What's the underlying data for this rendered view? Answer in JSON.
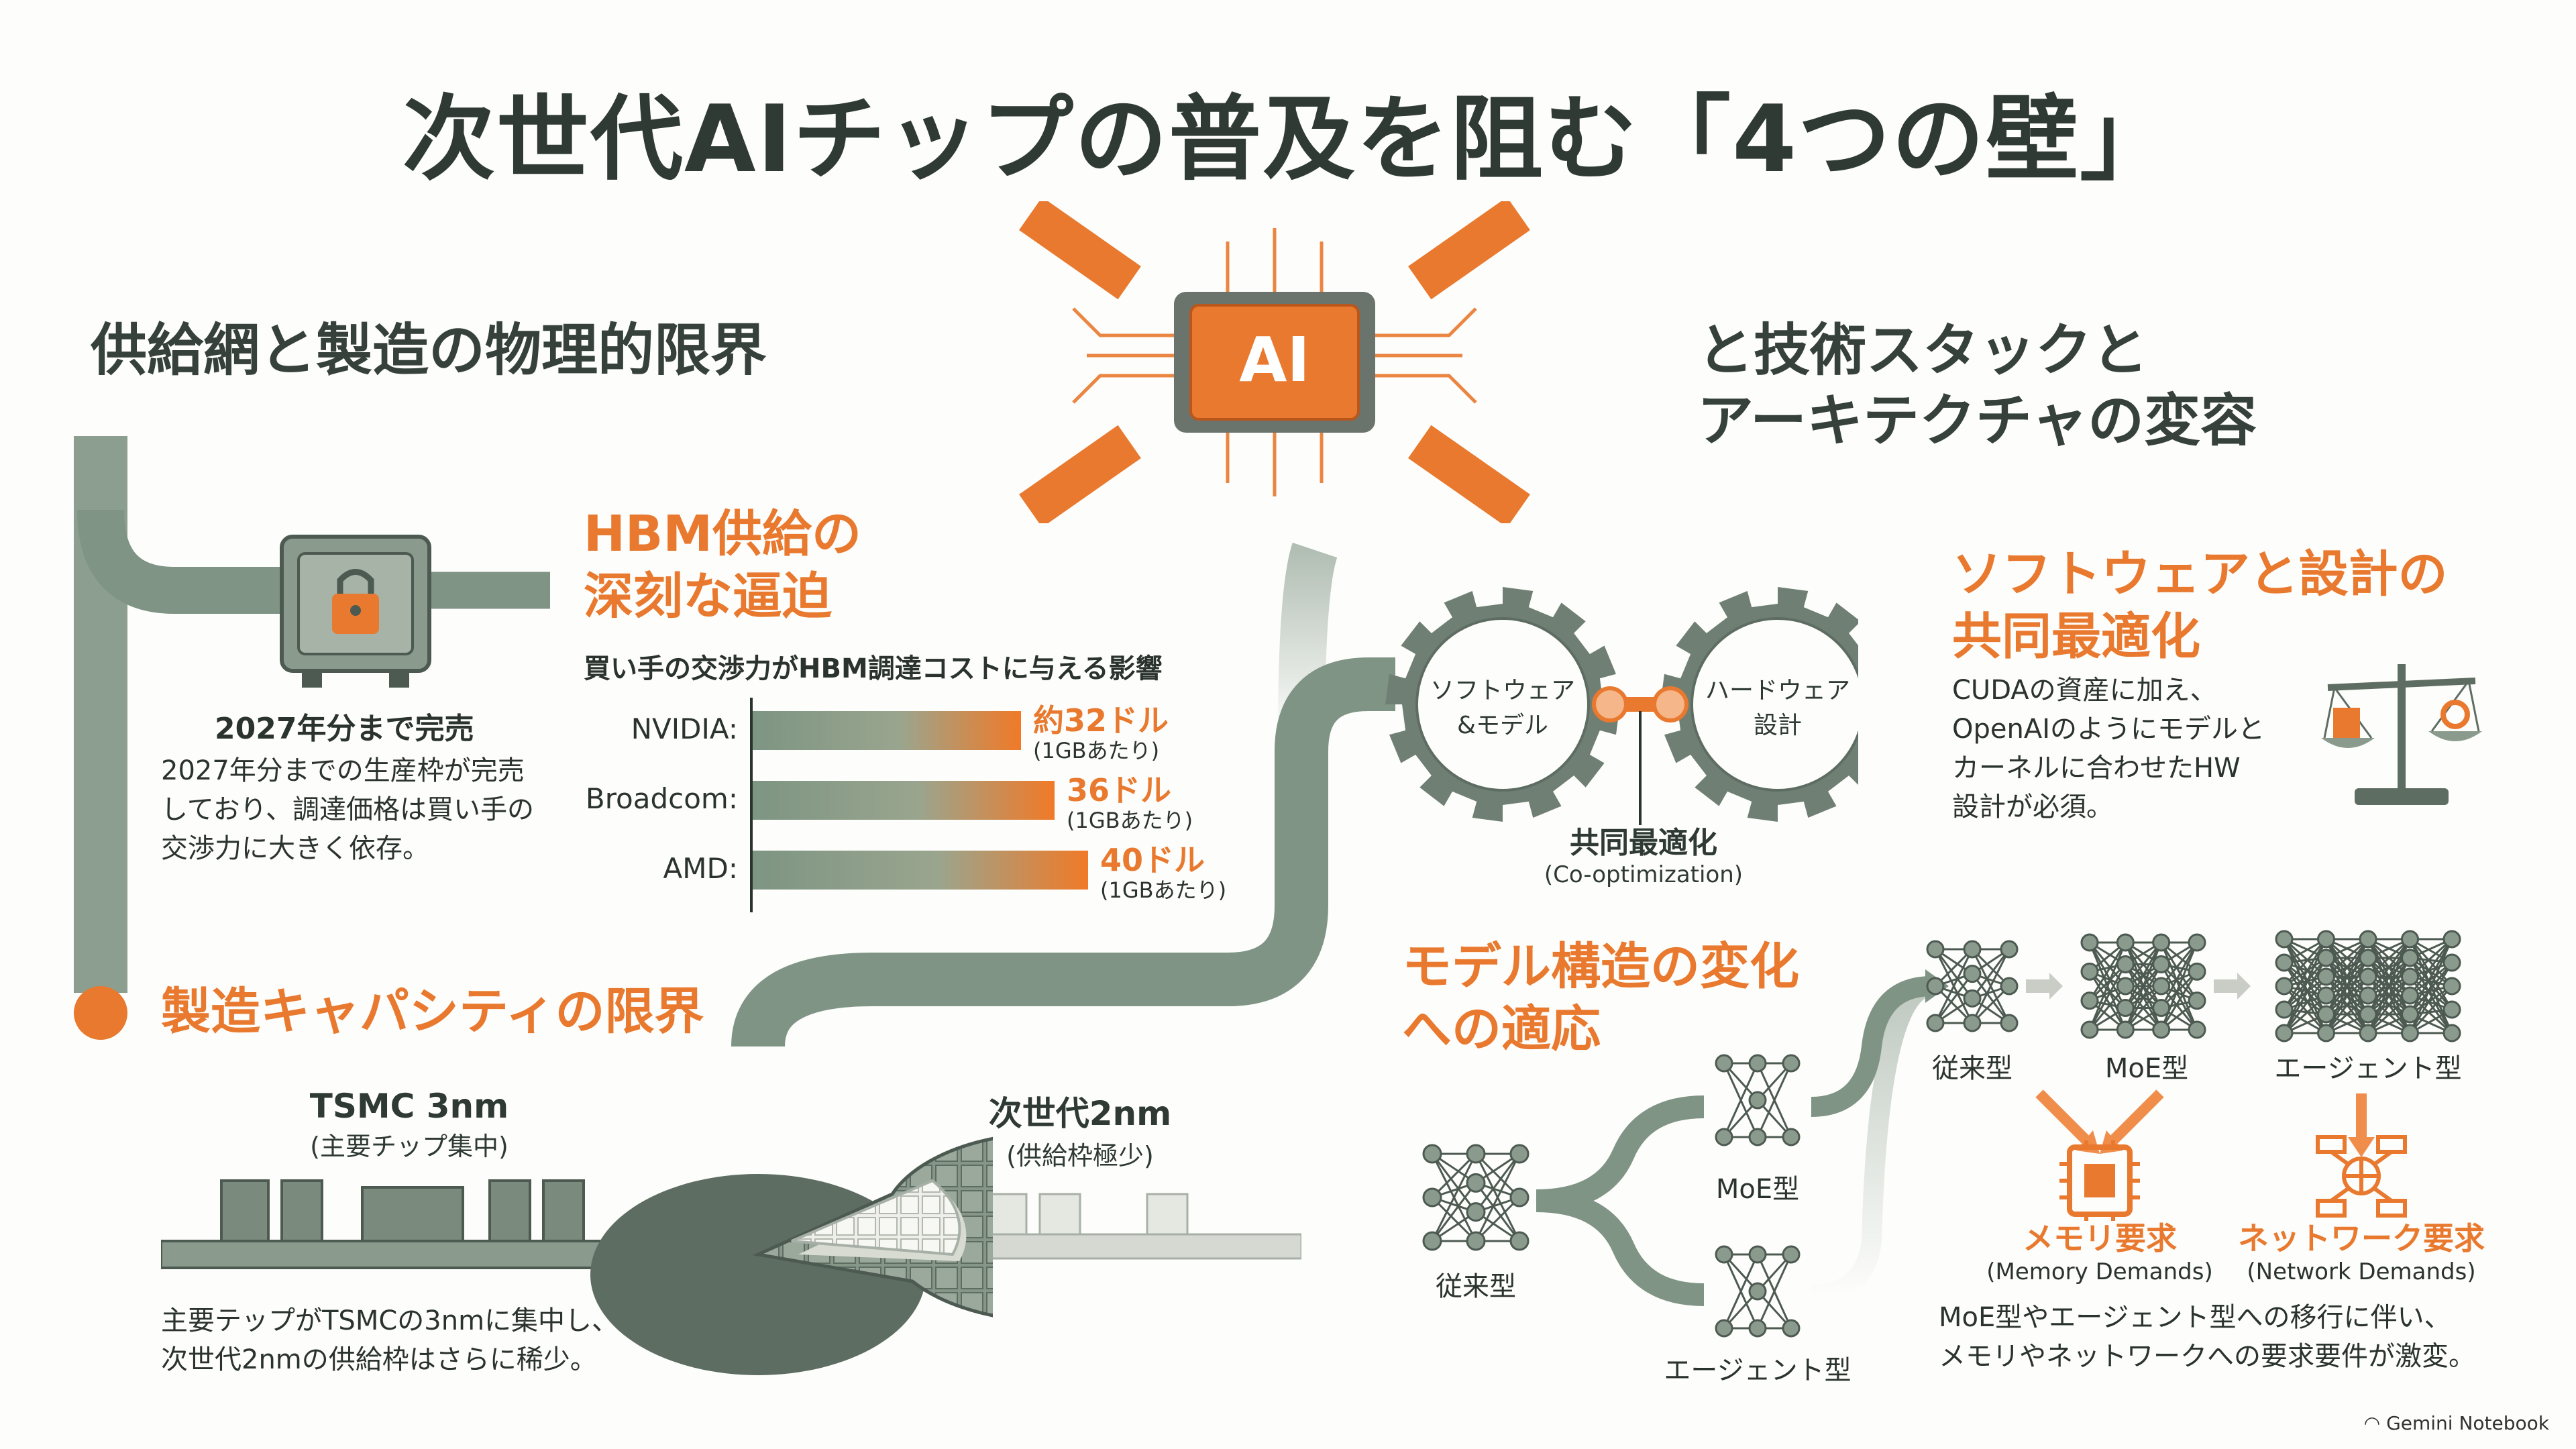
{
  "title": "次世代AIチップの普及を阻む「4つの壁」",
  "left_heading": "供給網と製造の物理的限界",
  "right_heading": [
    "と技術スタックと",
    "アーキテクチャの変容"
  ],
  "chip_label": "AI",
  "hbm": {
    "heading": [
      "HBM供給の",
      "深刻な逼迫"
    ],
    "sold_out_title": "2027年分まで完売",
    "sold_out_body": [
      "2027年分までの生産枠が完売",
      "しており、調達価格は買い手の",
      "交渉力に大きく依存。"
    ],
    "chart_title": "買い手の交渉力がHBM調達コストに与える影響"
  },
  "chart_data": {
    "type": "bar",
    "orientation": "horizontal",
    "title": "買い手の交渉力がHBM調達コストに与える影響",
    "categories": [
      "NVIDIA:",
      "Broadcom:",
      "AMD:"
    ],
    "values": [
      32,
      36,
      40
    ],
    "value_labels": [
      "約32ドル",
      "36ドル",
      "40ドル"
    ],
    "unit_labels": [
      "(1GBあたり)",
      "(1GBあたり)",
      "(1GBあたり)"
    ],
    "colors": [
      "#7d9583",
      "#f07a28"
    ]
  },
  "manufacturing": {
    "heading": "製造キャパシティの限界",
    "tsmc3_title": "TSMC 3nm",
    "tsmc3_sub": "(主要チップ集中)",
    "next2_title": "次世代2nm",
    "next2_sub": "(供給枠極少)",
    "body": [
      "主要テップがTSMCの3nmに集中し、",
      "次世代2nmの供給枠はさらに稀少。"
    ]
  },
  "cooptimization": {
    "gear_left": [
      "ソフトウェア",
      "&モデル"
    ],
    "gear_right": [
      "ハードウェア",
      "設計"
    ],
    "label": "共同最適化",
    "label_sub": "(Co-optimization)",
    "heading": [
      "ソフトウェアと設計の",
      "共同最適化"
    ],
    "body": [
      "CUDAの資産に加え、",
      "OpenAIのようにモデルと",
      "カーネルに合わせたHW",
      "設計が必須。"
    ]
  },
  "model": {
    "heading": [
      "モデル構造の変化",
      "への適応"
    ],
    "tree_root": "従来型",
    "tree_top": "MoE型",
    "tree_bottom": "エージェント型",
    "seq": [
      "従来型",
      "MoE型",
      "エージェント型"
    ],
    "memory_title": "メモリ要求",
    "memory_sub": "(Memory Demands)",
    "network_title": "ネットワーク要求",
    "network_sub": "(Network Demands)",
    "body": [
      "MoE型やエージェント型への移行に伴い、",
      "メモリやネットワークへの要求要件が激変。"
    ]
  },
  "colors": {
    "accent": "#e8792e",
    "pipe": "#7f9484",
    "dark": "#2e3a33"
  },
  "brand": "Gemini Notebook"
}
